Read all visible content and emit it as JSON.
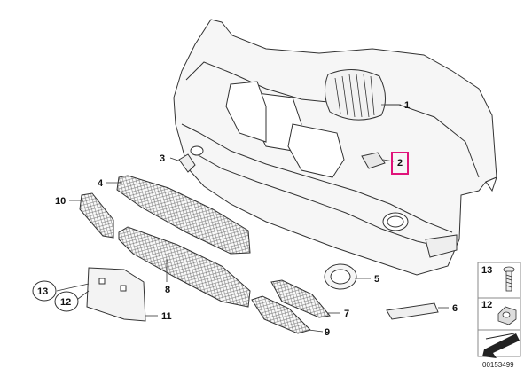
{
  "diagram": {
    "diagram_id": "00153499",
    "callouts": [
      {
        "id": "1",
        "label": "1"
      },
      {
        "id": "2",
        "label": "2",
        "highlighted": true
      },
      {
        "id": "3",
        "label": "3"
      },
      {
        "id": "4",
        "label": "4"
      },
      {
        "id": "5",
        "label": "5"
      },
      {
        "id": "6",
        "label": "6"
      },
      {
        "id": "7",
        "label": "7"
      },
      {
        "id": "8",
        "label": "8"
      },
      {
        "id": "9",
        "label": "9"
      },
      {
        "id": "10",
        "label": "10"
      },
      {
        "id": "11",
        "label": "11"
      },
      {
        "id": "12",
        "label": "12"
      },
      {
        "id": "13",
        "label": "13"
      }
    ],
    "legend": [
      {
        "label": "13",
        "icon": "screw-icon"
      },
      {
        "label": "12",
        "icon": "nut-icon"
      },
      {
        "label": "",
        "icon": "arrow-icon"
      }
    ],
    "colors": {
      "highlight": "#e0147a",
      "line": "#333333",
      "part_fill": "#f4f4f4"
    }
  }
}
